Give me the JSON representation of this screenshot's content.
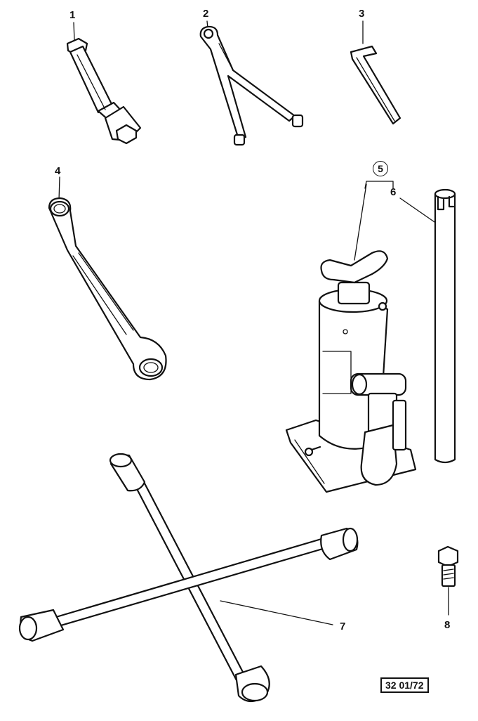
{
  "labels": {
    "item1": "1",
    "item2": "2",
    "item3": "3",
    "item4": "4",
    "item5": "5",
    "item6": "6",
    "item7": "7",
    "item8": "8"
  },
  "figure_ref": "32 01/72",
  "icons": {
    "item1": "box-spanner-icon",
    "item2": "pin-spanner-icon",
    "item3": "hex-key-icon",
    "item4": "ring-spanner-icon",
    "item5": "bottle-jack-icon",
    "item6": "jack-handle-bar-icon",
    "item7": "four-way-wheel-brace-icon",
    "item8": "bolt-icon"
  }
}
